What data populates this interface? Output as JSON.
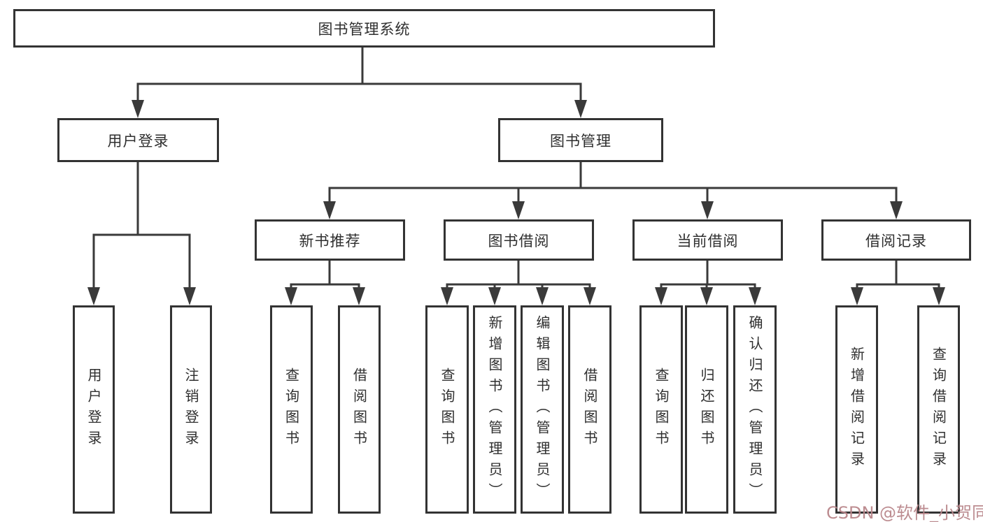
{
  "diagram": {
    "title": "图书管理系统",
    "level2": [
      {
        "label": "用户登录"
      },
      {
        "label": "图书管理"
      }
    ],
    "level3": [
      {
        "label": "新书推荐"
      },
      {
        "label": "图书借阅"
      },
      {
        "label": "当前借阅"
      },
      {
        "label": "借阅记录"
      }
    ],
    "leaves": [
      {
        "label": "用户登录"
      },
      {
        "label": "注销登录"
      },
      {
        "label": "查询图书"
      },
      {
        "label": "借阅图书"
      },
      {
        "label": "查询图书"
      },
      {
        "label": "新增图书（管理员）"
      },
      {
        "label": "编辑图书（管理员）"
      },
      {
        "label": "借阅图书"
      },
      {
        "label": "查询图书"
      },
      {
        "label": "归还图书"
      },
      {
        "label": "确认归还（管理员）"
      },
      {
        "label": "新增借阅记录"
      },
      {
        "label": "查询借阅记录"
      }
    ],
    "colors": {
      "line": "#3a3a3a",
      "border": "#333333",
      "watermark": "#b9868b"
    },
    "watermark": "CSDN @软件_小贺同学"
  }
}
